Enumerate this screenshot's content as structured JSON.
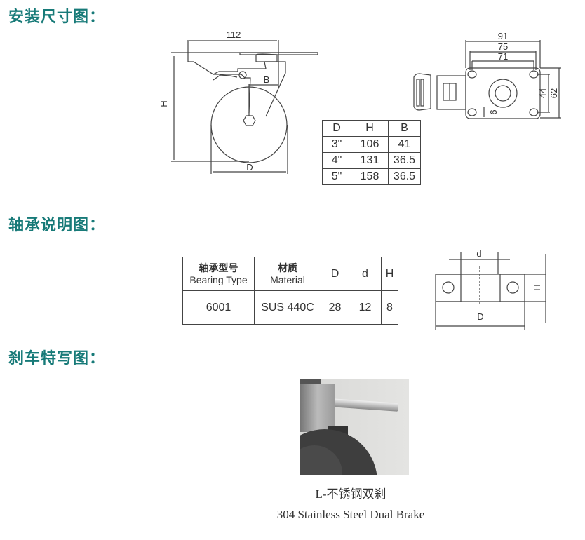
{
  "headings": {
    "install_dims": "安装尺寸图：",
    "bearing": "轴承说明图：",
    "brake": "刹车特写图："
  },
  "side_view": {
    "top_width": "112",
    "label_h": "H",
    "label_b": "B",
    "label_d": "D"
  },
  "top_view": {
    "w1": "91",
    "w2": "75",
    "w3": "71",
    "h1": "44",
    "h2": "62",
    "hole": "9"
  },
  "size_table": {
    "headers": [
      "D",
      "H",
      "B"
    ],
    "rows": [
      [
        "3\"",
        "106",
        "41"
      ],
      [
        "4\"",
        "131",
        "36.5"
      ],
      [
        "5\"",
        "158",
        "36.5"
      ]
    ]
  },
  "bearing_table": {
    "headers": [
      {
        "cn": "轴承型号",
        "en": "Bearing Type"
      },
      {
        "cn": "材质",
        "en": "Material"
      },
      {
        "cn": "D"
      },
      {
        "cn": "d"
      },
      {
        "cn": "H"
      }
    ],
    "row": [
      "6001",
      "SUS 440C",
      "28",
      "12",
      "8"
    ]
  },
  "bearing_diagram": {
    "label_d_small": "d",
    "label_d_big": "D",
    "label_h": "H"
  },
  "brake": {
    "caption_cn": "L-不锈钢双刹",
    "caption_en": "304 Stainless Steel Dual Brake"
  },
  "colors": {
    "heading": "#177a78",
    "line": "#444444"
  }
}
